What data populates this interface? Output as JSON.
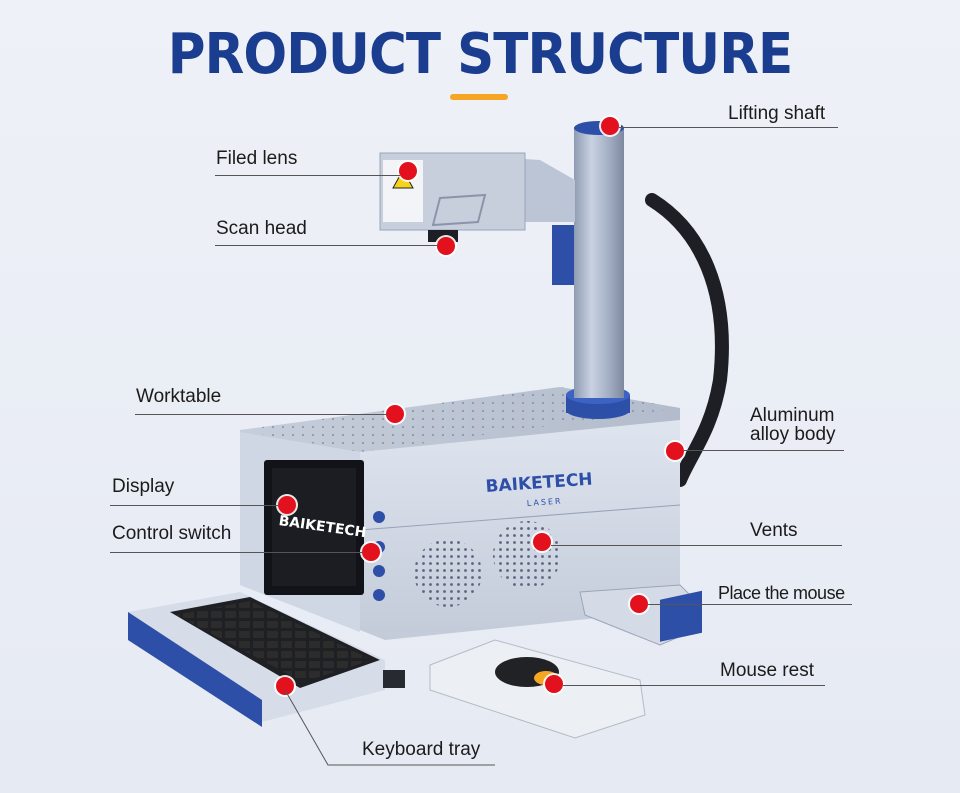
{
  "title": "PRODUCT STRUCTURE",
  "colors": {
    "title": "#1a3d8f",
    "accent_bar": "#f5a623",
    "marker": "#e3101d",
    "machine_blue": "#2d4fa8"
  },
  "brand": {
    "name": "BAIKETECH",
    "sub": "LASER"
  },
  "labels": {
    "lifting_shaft": "Lifting shaft",
    "filed_lens": "Filed lens",
    "scan_head": "Scan head",
    "worktable": "Worktable",
    "aluminum_body": [
      "Aluminum",
      "alloy body"
    ],
    "display": "Display",
    "control_switch": "Control switch",
    "vents": "Vents",
    "place_mouse": "Place the mouse",
    "mouse_rest": "Mouse rest",
    "keyboard_tray": "Keyboard tray"
  }
}
